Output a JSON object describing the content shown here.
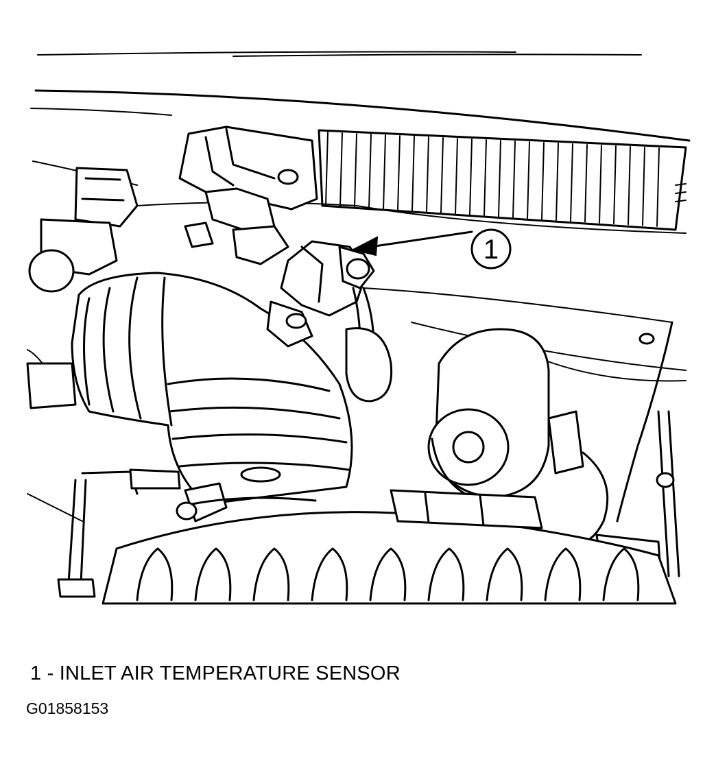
{
  "diagram": {
    "callouts": [
      {
        "number": "1",
        "label": "INLET AIR TEMPERATURE SENSOR"
      }
    ],
    "legend": [
      {
        "number": "1",
        "separator": "-",
        "text": "INLET AIR TEMPERATURE SENSOR"
      }
    ],
    "figure_id": "G01858153"
  }
}
